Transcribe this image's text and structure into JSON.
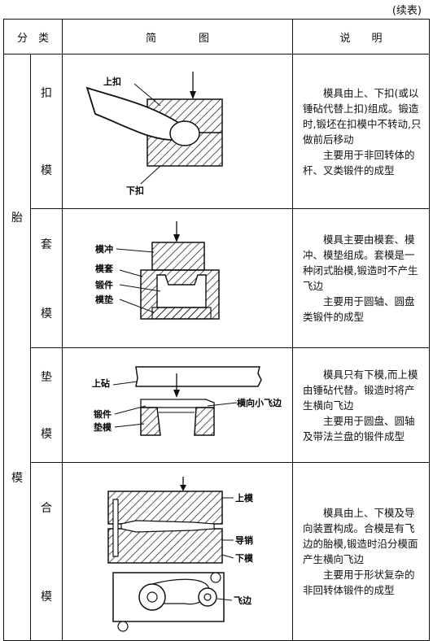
{
  "continued": "(续表)",
  "headers": {
    "category": "分　类",
    "diagram": "简　　　　图",
    "description": "说　　明"
  },
  "category": {
    "char1": "胎",
    "char2": "模"
  },
  "rows": [
    {
      "sub1": "扣",
      "sub2": "模",
      "labels": {
        "top": "上扣",
        "bottom": "下扣"
      },
      "desc1": "模具由上、下扣(或以锤砧代替上扣)组成。锻造时,锻坯在扣模中不转动,只做前后移动",
      "desc2": "主要用于非回转体的杆、叉类锻件的成型"
    },
    {
      "sub1": "套",
      "sub2": "模",
      "labels": {
        "punch": "模冲",
        "sleeve": "模套",
        "part": "锻件",
        "pad": "模垫"
      },
      "desc1": "模具主要由模套、模冲、模垫组成。套模是一种闭式胎模,锻造时不产生飞边",
      "desc2": "主要用于圆轴、圆盘类锻件的成型"
    },
    {
      "sub1": "垫",
      "sub2": "模",
      "labels": {
        "anvil": "上砧",
        "part": "锻件",
        "die": "垫模",
        "flash": "横向小飞边"
      },
      "desc1": "模具只有下模,而上模由锤砧代替。锻造时将产生横向飞边",
      "desc2": "主要用于圆盘、圆轴及带法兰盘的锻件成型"
    },
    {
      "sub1": "合",
      "sub2": "模",
      "labels": {
        "upper": "上模",
        "pin": "导销",
        "lower": "下模",
        "flash": "飞边"
      },
      "desc1": "模具由上、下模及导向装置构成。合模是有飞边的胎模,锻造时沿分模面产生横向飞边",
      "desc2": "主要用于形状复杂的非回转体锻件的成型"
    }
  ]
}
